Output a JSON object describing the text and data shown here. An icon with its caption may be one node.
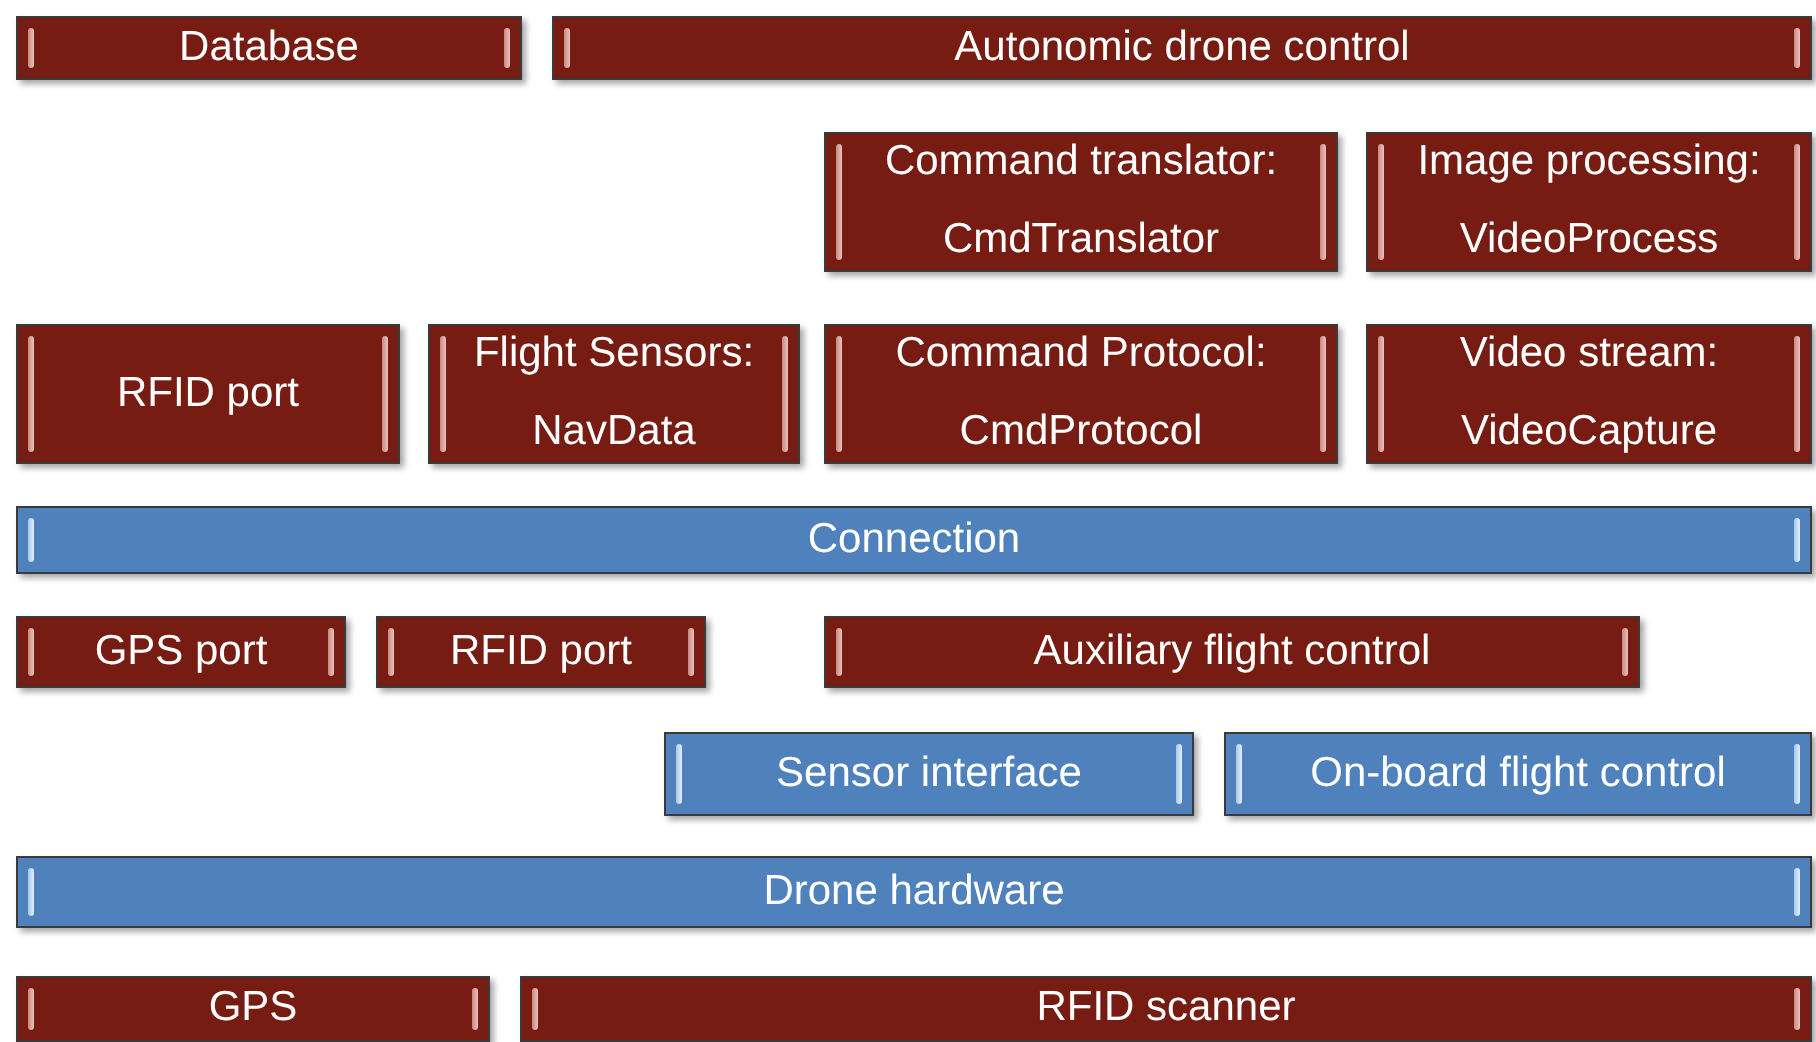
{
  "diagram": {
    "nodes": [
      {
        "text": [
          "Database"
        ]
      },
      {
        "text": [
          "Autonomic drone control"
        ]
      },
      {
        "text": [
          "Command translator:",
          "CmdTranslator"
        ]
      },
      {
        "text": [
          "Image processing:",
          "VideoProcess"
        ]
      },
      {
        "text": [
          "RFID port"
        ]
      },
      {
        "text": [
          "Flight Sensors:",
          "NavData"
        ]
      },
      {
        "text": [
          "Command Protocol:",
          "CmdProtocol"
        ]
      },
      {
        "text": [
          "Video stream:",
          "VideoCapture"
        ]
      },
      {
        "text": [
          "Connection"
        ]
      },
      {
        "text": [
          "GPS port"
        ]
      },
      {
        "text": [
          "RFID port"
        ]
      },
      {
        "text": [
          "Auxiliary flight control"
        ]
      },
      {
        "text": [
          "Sensor interface"
        ]
      },
      {
        "text": [
          "On-board flight control"
        ]
      },
      {
        "text": [
          "Drone hardware"
        ]
      },
      {
        "text": [
          "GPS"
        ]
      },
      {
        "text": [
          "RFID scanner"
        ]
      }
    ]
  }
}
